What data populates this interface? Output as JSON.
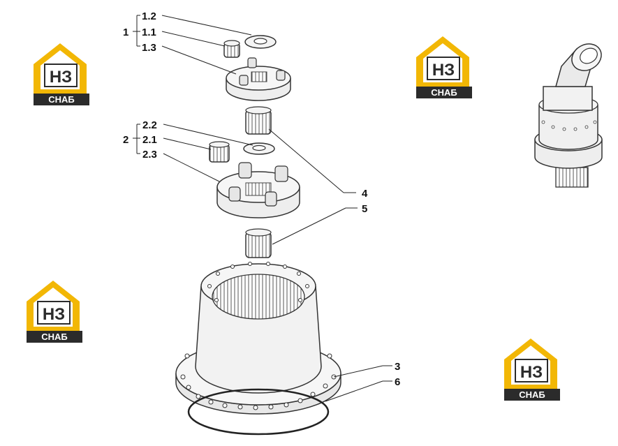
{
  "logos": [
    {
      "main": "НЗ",
      "sub": "СНАБ"
    },
    {
      "main": "НЗ",
      "sub": "СНАБ"
    },
    {
      "main": "НЗ",
      "sub": "СНАБ"
    },
    {
      "main": "НЗ",
      "sub": "СНАБ"
    }
  ],
  "callouts": {
    "g1": "1",
    "c1_2": "1.2",
    "c1_1": "1.1",
    "c1_3": "1.3",
    "g2": "2",
    "c2_2": "2.2",
    "c2_1": "2.1",
    "c2_3": "2.3",
    "c4": "4",
    "c5": "5",
    "c3": "3",
    "c6": "6"
  },
  "colors": {
    "logo_yellow": "#f2b705",
    "logo_dark": "#2b2b2b",
    "line": "#222222",
    "part_stroke": "#333333",
    "part_fill": "#f4f4f4"
  }
}
